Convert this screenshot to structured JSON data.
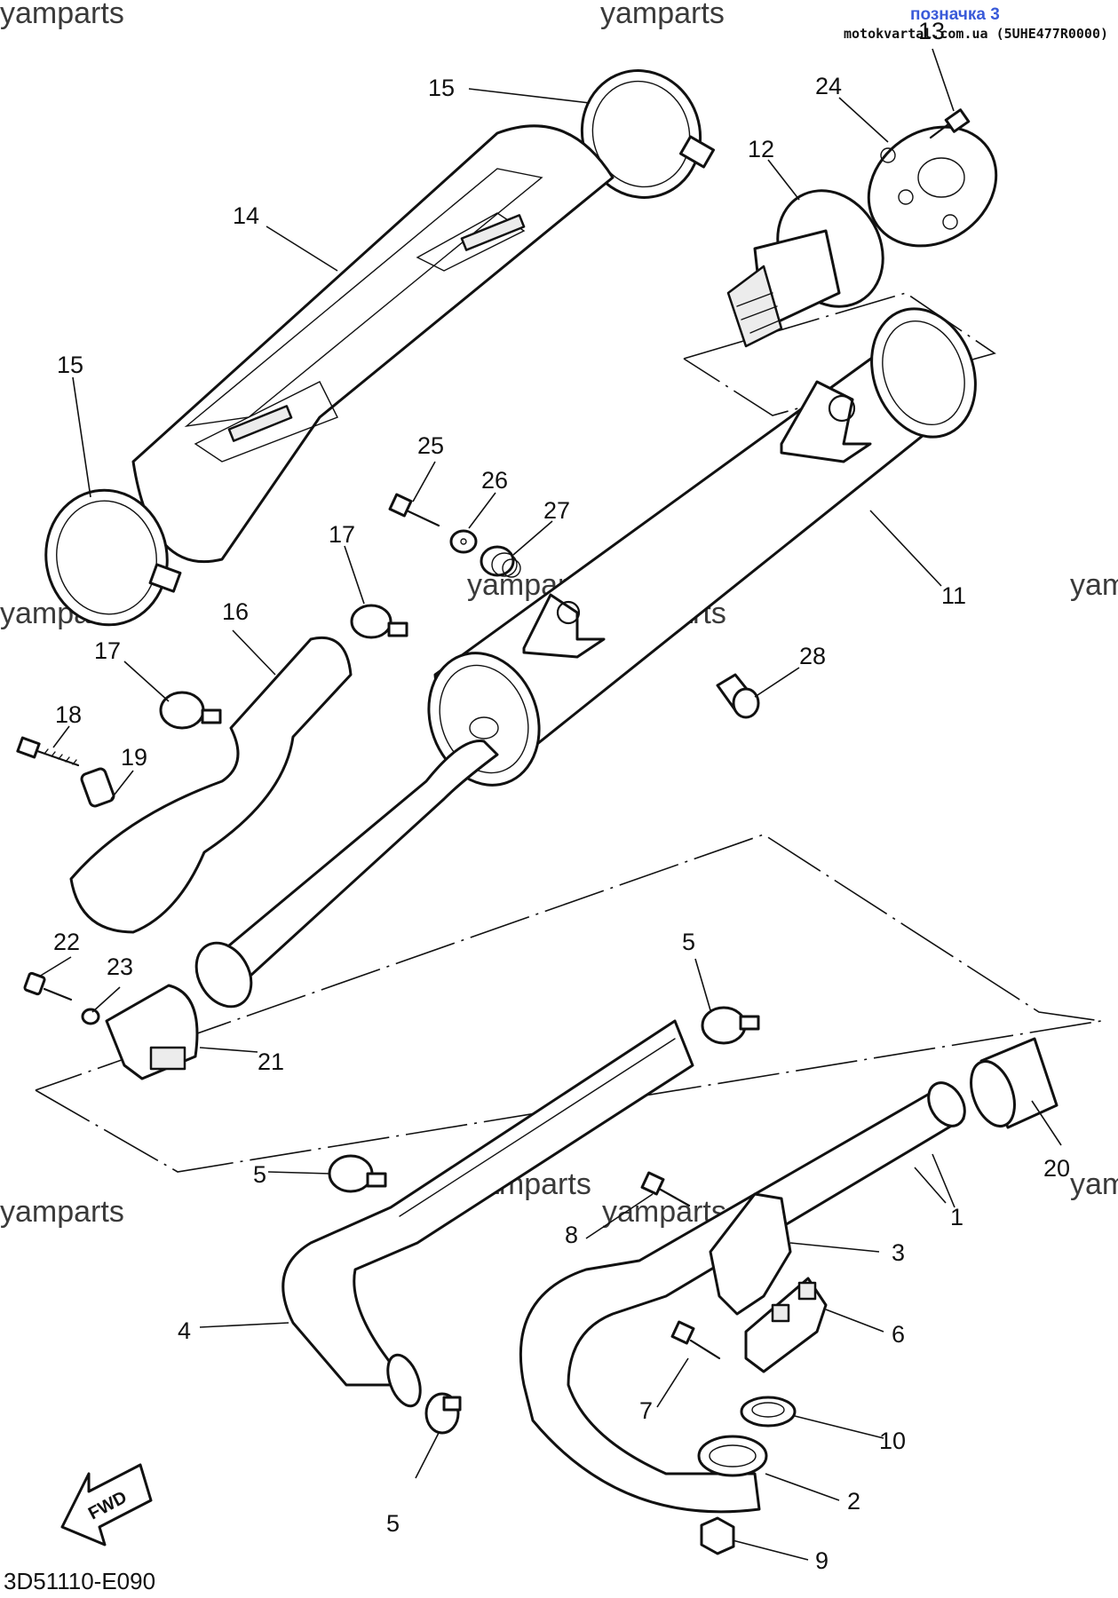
{
  "header": {
    "bookmark": "позначка 3",
    "site_ref": "motokvartal.com.ua (5UHE477R0000)"
  },
  "watermark_text": "yamparts",
  "diagram_code": "3D51110-E090",
  "fwd_label": "FWD",
  "callouts": {
    "p1": "1",
    "p2": "2",
    "p3": "3",
    "p4": "4",
    "p5a": "5",
    "p5b": "5",
    "p5c": "5",
    "p6": "6",
    "p7": "7",
    "p8": "8",
    "p9": "9",
    "p10": "10",
    "p11": "11",
    "p12": "12",
    "p13": "13",
    "p14": "14",
    "p15a": "15",
    "p15b": "15",
    "p16": "16",
    "p17a": "17",
    "p17b": "17",
    "p18": "18",
    "p19": "19",
    "p20": "20",
    "p21": "21",
    "p22": "22",
    "p23": "23",
    "p24": "24",
    "p25": "25",
    "p26": "26",
    "p27": "27",
    "p28": "28"
  }
}
